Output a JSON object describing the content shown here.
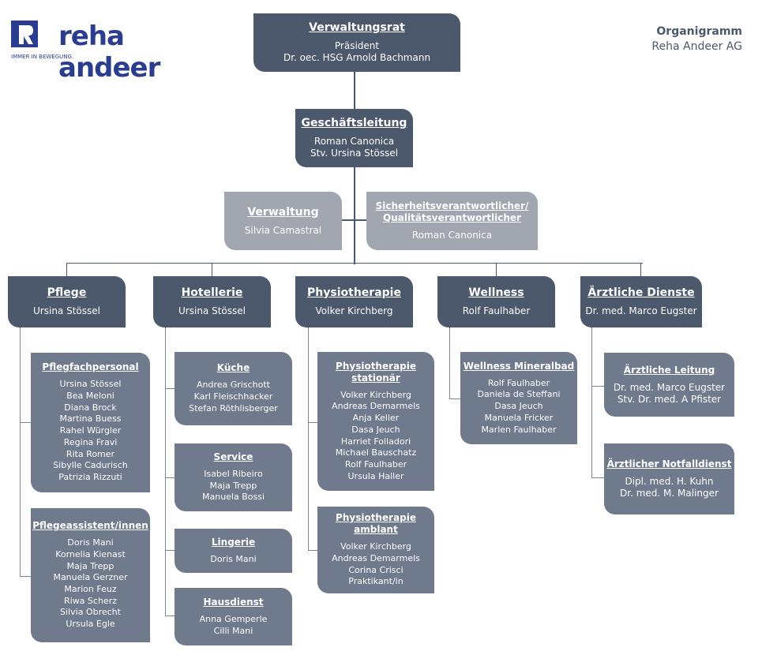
{
  "logo": {
    "name": "reha andeer",
    "tagline": "IMMER IN BEWEGUNG."
  },
  "header": {
    "title": "Organigramm",
    "subtitle": "Reha Andeer AG"
  },
  "verwaltungsrat": {
    "title": "Verwaltungsrat",
    "lines": [
      "Präsident",
      "Dr. oec. HSG Arnold Bachmann"
    ]
  },
  "geschaeftsleitung": {
    "title": "Geschäftsleitung",
    "lines": [
      "Roman Canonica",
      "Stv. Ursina Stössel"
    ]
  },
  "verwaltung": {
    "title": "Verwaltung",
    "lines": [
      "Silvia Camastral"
    ]
  },
  "sicherheit": {
    "title1": "Sicherheitsverantwortlicher/",
    "title2": "Qualitätsverantwortlicher",
    "lines": [
      "Roman Canonica"
    ]
  },
  "departments": [
    {
      "title": "Pflege",
      "head": "Ursina Stössel"
    },
    {
      "title": "Hotellerie",
      "head": "Ursina Stössel"
    },
    {
      "title": "Physiotherapie",
      "head": "Volker Kirchberg"
    },
    {
      "title": "Wellness",
      "head": "Rolf Faulhaber"
    },
    {
      "title": "Ärztliche Dienste",
      "head": "Dr. med. Marco Eugster"
    }
  ],
  "pflege": [
    {
      "title": "Pflegfachpersonal",
      "members": [
        "Ursina Stössel",
        "Bea Meloni",
        "Diana Brock",
        "Martina Buess",
        "Rahel Würgler",
        "Regina Fravi",
        "Rita Romer",
        "Sibylle Cadurisch",
        "Patrizia Rizzuti"
      ]
    },
    {
      "title": "Pflegeassistent/innen",
      "members": [
        "Doris Mani",
        "Kornelia Kienast",
        "Maja Trepp",
        "Manuela Gerzner",
        "Marion Feuz",
        "Riwa Scherz",
        "Silvia Obrecht",
        "Ursula Egle"
      ]
    }
  ],
  "hotellerie": [
    {
      "title": "Küche",
      "members": [
        "Andrea Grischott",
        "Karl Fleischhacker",
        "Stefan Röthlisberger"
      ]
    },
    {
      "title": "Service",
      "members": [
        "Isabel Ribeiro",
        "Maja Trepp",
        "Manuela Bossi"
      ]
    },
    {
      "title": "Lingerie",
      "members": [
        "Doris Mani"
      ]
    },
    {
      "title": "Hausdienst",
      "members": [
        "Anna Gemperle",
        "Cilli Mani"
      ]
    }
  ],
  "physio": [
    {
      "title1": "Physiotherapie",
      "title2": "stationär",
      "members": [
        "Volker Kirchberg",
        "Andreas Demarmels",
        "Anja Keller",
        "Dasa Jeuch",
        "Harriet Folladori",
        "Michael Bauschatz",
        "Rolf Faulhaber",
        "Ursula Haller"
      ]
    },
    {
      "title1": "Physiotherapie",
      "title2": "amblant",
      "members": [
        "Volker Kirchberg",
        "Andreas Demarmels",
        "Corina Crisci",
        "Praktikant/in"
      ]
    }
  ],
  "wellness": [
    {
      "title": "Wellness Mineralbad",
      "members": [
        "Rolf Faulhaber",
        "Daniela de Steffani",
        "Dasa Jeuch",
        "Manuela Fricker",
        "Marlen Faulhaber"
      ]
    }
  ],
  "aerztlich": [
    {
      "title": "Ärztliche Leitung",
      "members": [
        "Dr. med. Marco Eugster",
        "Stv. Dr. med. A Pfister"
      ]
    },
    {
      "title": "Ärztlicher Notfalldienst",
      "members": [
        "Dipl. med. H. Kuhn",
        "Dr. med. M. Malinger"
      ]
    }
  ],
  "colors": {
    "dark": "#4c586c",
    "mid": "#6f7a8d",
    "light": "#a1a6b0",
    "brand": "#2b3d8f"
  }
}
